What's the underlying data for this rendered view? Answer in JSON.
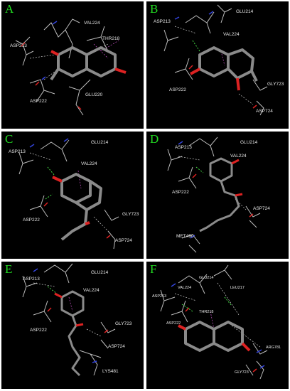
{
  "panels": [
    {
      "letter": "A",
      "residues": [
        "ASP213",
        "VAL224",
        "THR218",
        "ASP222",
        "GLU220"
      ]
    },
    {
      "letter": "B",
      "residues": [
        "GLU214",
        "ASP213",
        "VAL224",
        "ASP222",
        "GLY723",
        "ASP724"
      ]
    },
    {
      "letter": "C",
      "residues": [
        "GLU214",
        "ASP213",
        "VAL224",
        "ASP222",
        "GLY723",
        "ASP724"
      ]
    },
    {
      "letter": "D",
      "residues": [
        "GLU214",
        "ASP213",
        "VAL224",
        "ASP222",
        "ASP724",
        "MET490"
      ]
    },
    {
      "letter": "E",
      "residues": [
        "GLU214",
        "ASP213",
        "VAL224",
        "ASP222",
        "GLY723",
        "ASP724",
        "LYS481"
      ]
    },
    {
      "letter": "F",
      "residues": [
        "GLU214",
        "VAL224",
        "LEU217",
        "ASP213",
        "THR218",
        "ASP222",
        "ARG781",
        "GLY723"
      ]
    }
  ],
  "colors": {
    "background": "#000000",
    "letter": "#22dd22",
    "label": "#e8e8e8",
    "ligand": "#8a8a8a",
    "oxygen": "#dd2222",
    "nitrogen": "#3344dd",
    "carbon": "#bdbdbd",
    "hbond": "#44dd44",
    "pi": "#cc55cc"
  }
}
